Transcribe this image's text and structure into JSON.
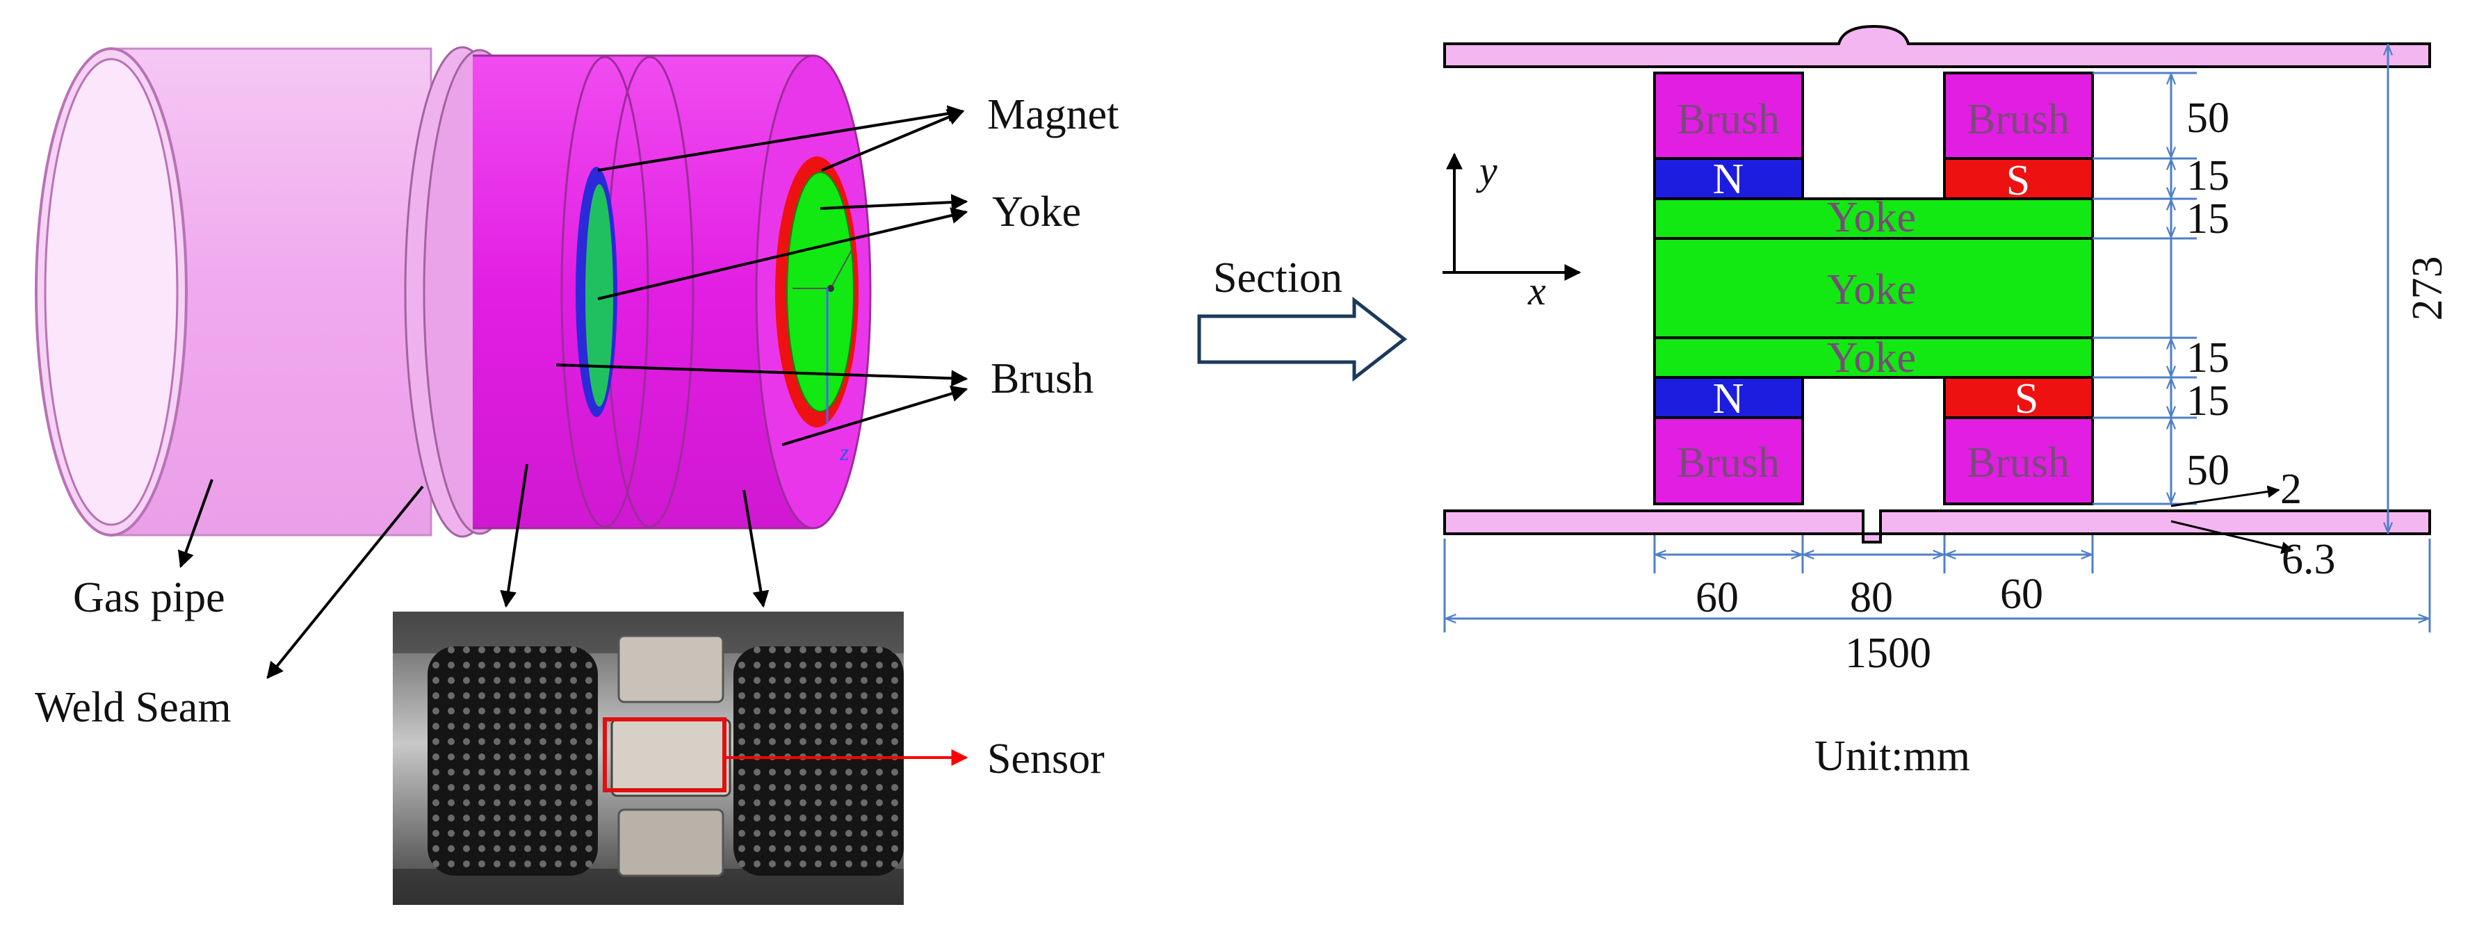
{
  "left_labels": {
    "magnet": "Magnet",
    "yoke": "Yoke",
    "brush": "Brush",
    "gas_pipe": "Gas pipe",
    "weld_seam": "Weld Seam",
    "sensor": "Sensor",
    "axis_z": "z"
  },
  "center": {
    "section": "Section"
  },
  "section_view": {
    "brush": "Brush",
    "yoke": "Yoke",
    "pole_n": "N",
    "pole_s": "S",
    "axis_x": "x",
    "axis_y": "y",
    "dimensions": {
      "brush_height": "50",
      "magnet_height": "15",
      "yoke_flange": "15",
      "total_height": "273",
      "gap": "2",
      "pipe_wall": "6.3",
      "brush_width": "60",
      "spacing": "80",
      "length": "1500"
    },
    "unit": "Unit:mm"
  },
  "colors": {
    "pipe": "#f3b6f0",
    "brush": "#e21ee3",
    "magnet_n": "#1d1de0",
    "magnet_s": "#ee1111",
    "yoke": "#12e812",
    "dimension_line": "#4f7fc8",
    "annotation_arrow": "#000000",
    "sensor_arrow": "#ff0000"
  }
}
